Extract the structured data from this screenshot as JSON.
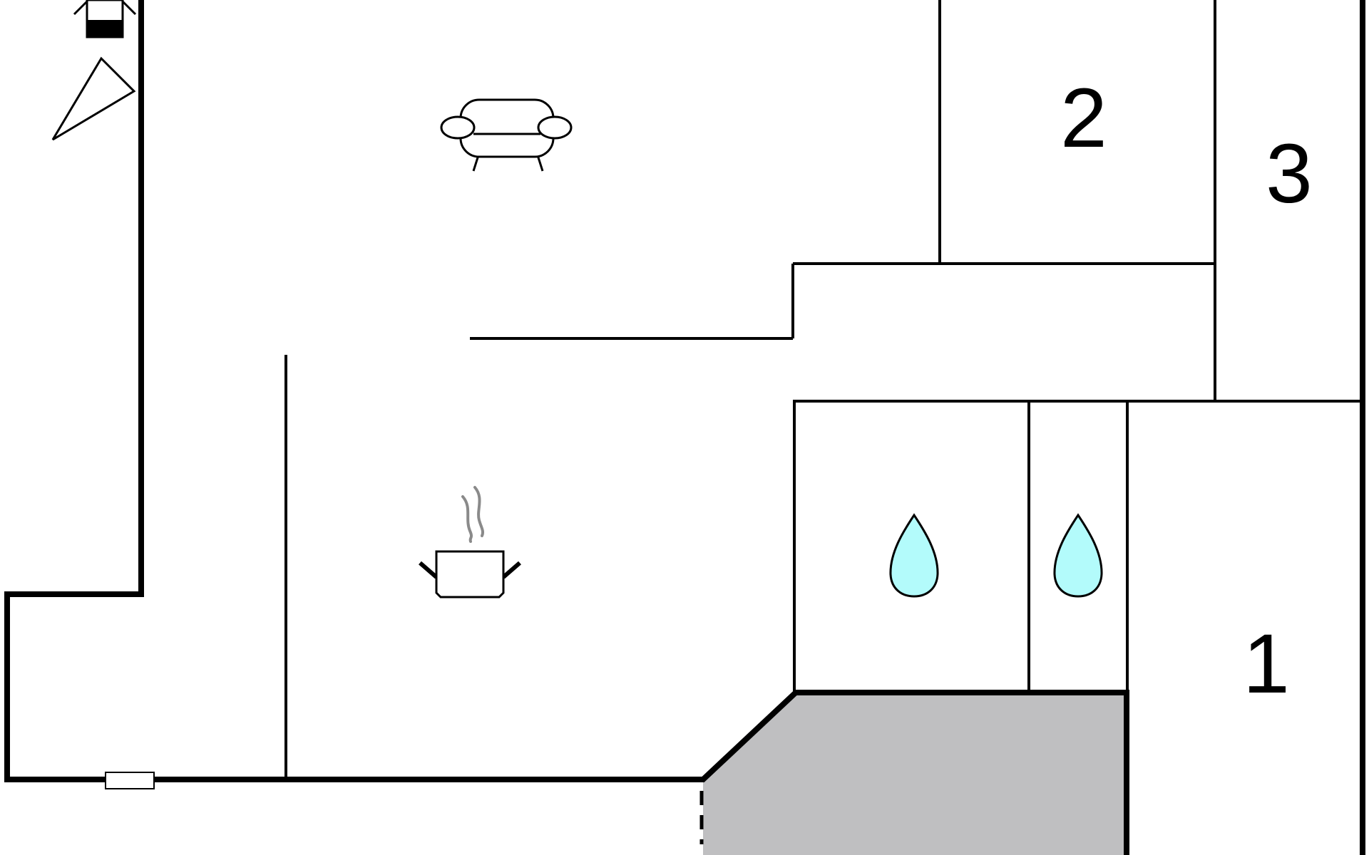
{
  "floorplan": {
    "rooms": [
      {
        "number": "1"
      },
      {
        "number": "2"
      },
      {
        "number": "3"
      }
    ],
    "icons": [
      {
        "name": "sofa-icon",
        "meaning": "living room"
      },
      {
        "name": "cooking-pot-icon",
        "meaning": "kitchen"
      },
      {
        "name": "water-drop-icon",
        "meaning": "bathroom"
      },
      {
        "name": "water-drop-icon",
        "meaning": "toilet"
      },
      {
        "name": "fireplace-icon",
        "meaning": "fireplace"
      },
      {
        "name": "north-arrow-icon",
        "meaning": "orientation"
      }
    ],
    "colors": {
      "wall": "#000000",
      "terrace_fill": "#bfbfc1",
      "water_drop": "#b3fbfb",
      "steam": "#8a8a8a"
    }
  }
}
